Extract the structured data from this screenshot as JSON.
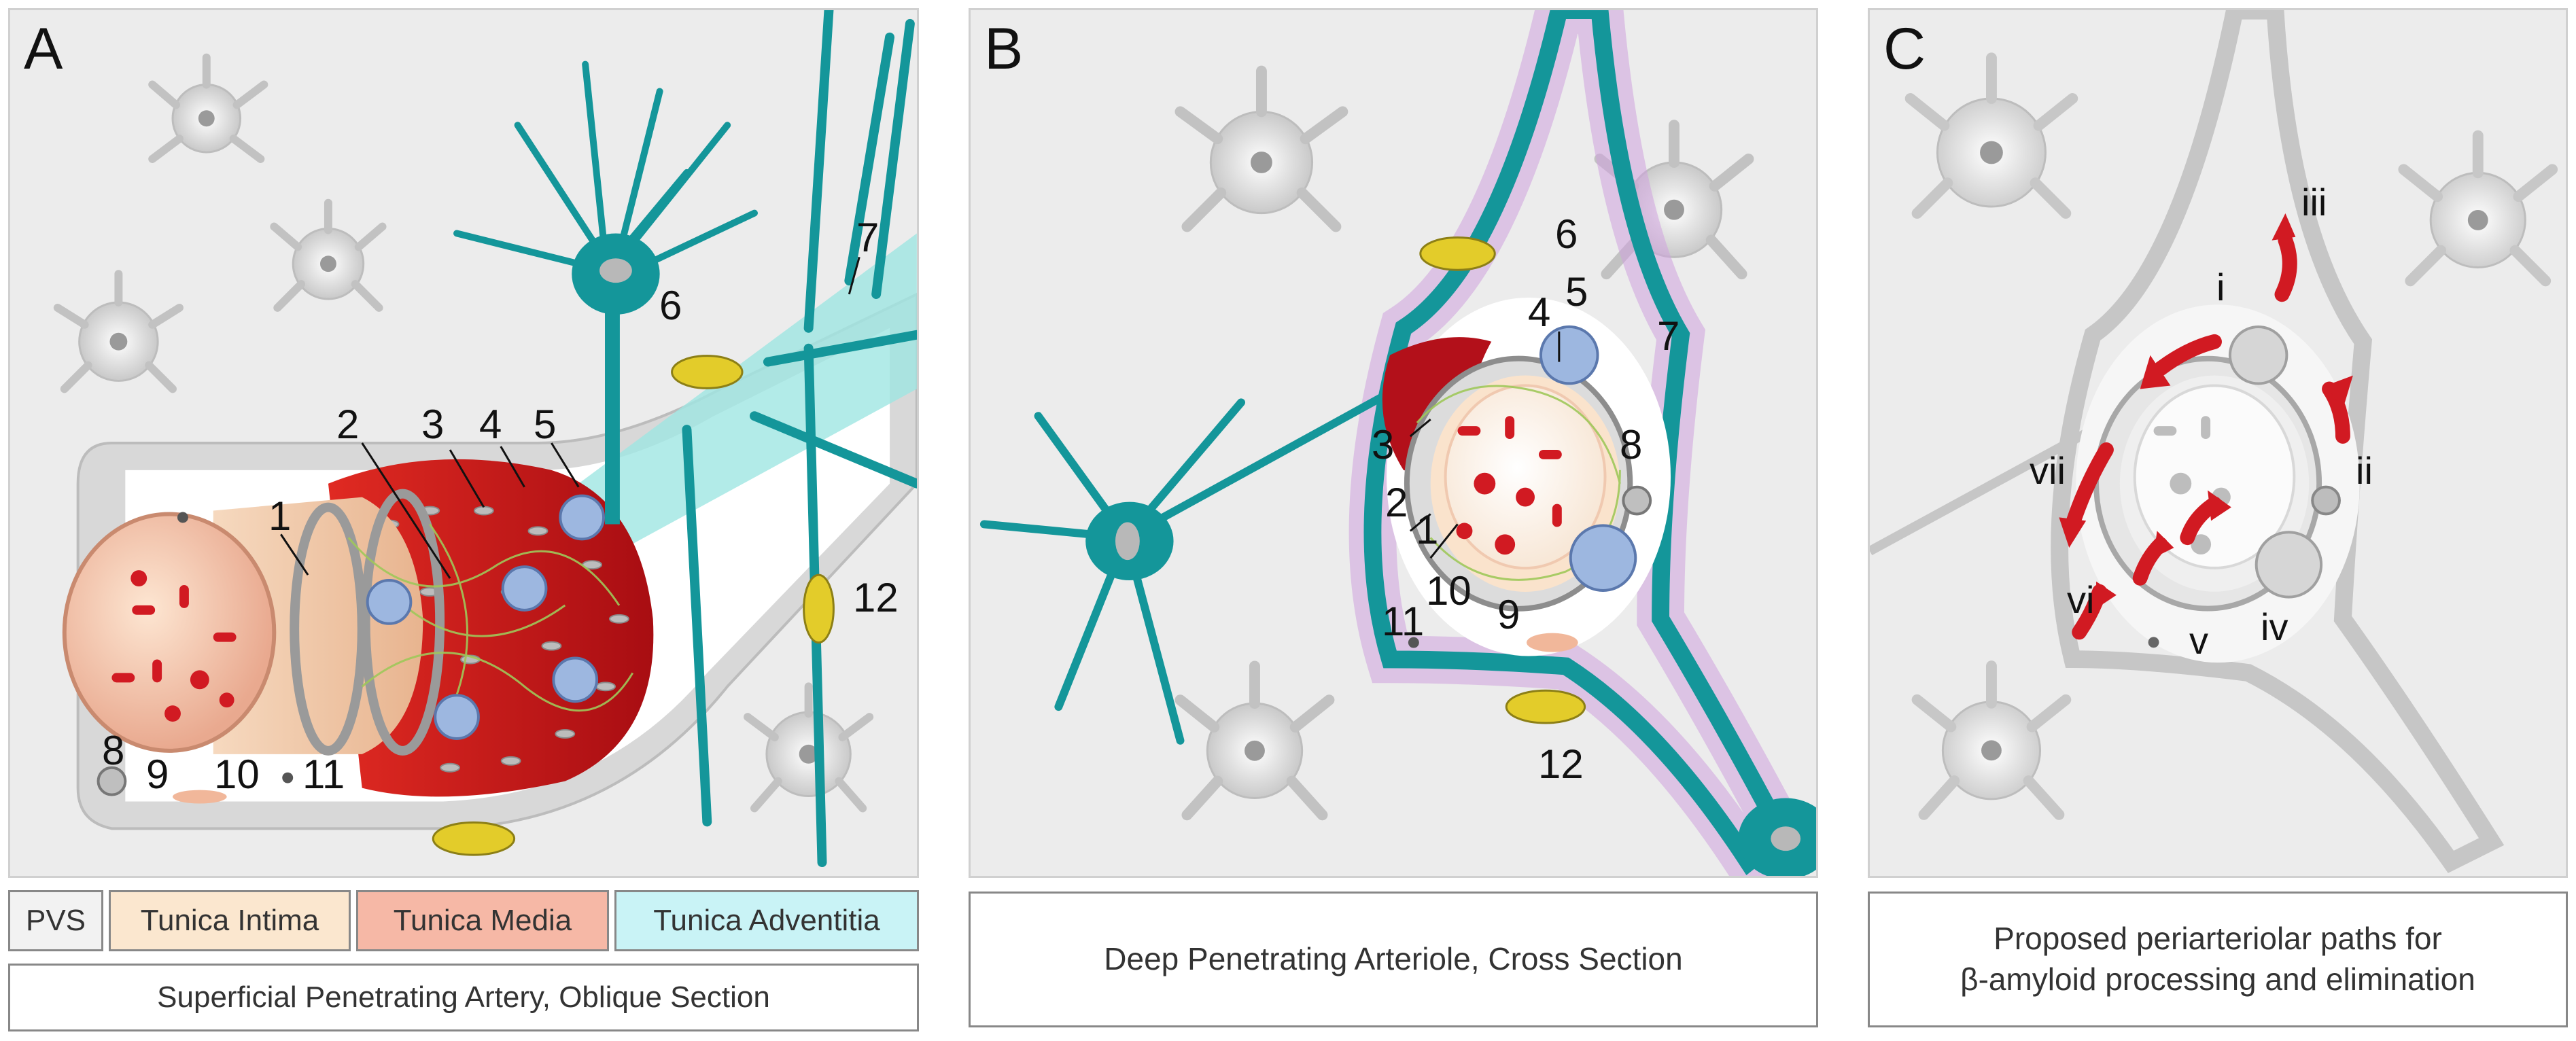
{
  "panels": {
    "a": {
      "letter": "A",
      "labels": [
        "1",
        "2",
        "3",
        "4",
        "5",
        "6",
        "7",
        "8",
        "9",
        "10",
        "11",
        "12"
      ],
      "legend": {
        "pvs": "PVS",
        "intima": "Tunica Intima",
        "media": "Tunica Media",
        "adventitia": "Tunica Adventitia"
      },
      "caption": "Superficial Penetrating Artery, Oblique Section"
    },
    "b": {
      "letter": "B",
      "labels": [
        "1",
        "2",
        "3",
        "4",
        "5",
        "6",
        "7",
        "8",
        "9",
        "10",
        "11",
        "12"
      ],
      "caption": "Deep Penetrating Arteriole, Cross Section"
    },
    "c": {
      "letter": "C",
      "paths": [
        "i",
        "ii",
        "iii",
        "iv",
        "v",
        "vi",
        "vii"
      ],
      "caption_line1": "Proposed periarteriolar paths for",
      "caption_line2": "β-amyloid processing and elimination"
    }
  },
  "colors": {
    "pvs": "#f2f2f2",
    "intima": "#fbe7cf",
    "media": "#f6b8a6",
    "adventitia": "#c9f3f6",
    "astrocyte": "#14969a",
    "smooth_muscle": "#d4141a",
    "pericyte": "#9db7e0",
    "microglia": "#e3cc2a",
    "arrow": "#d11a22"
  }
}
